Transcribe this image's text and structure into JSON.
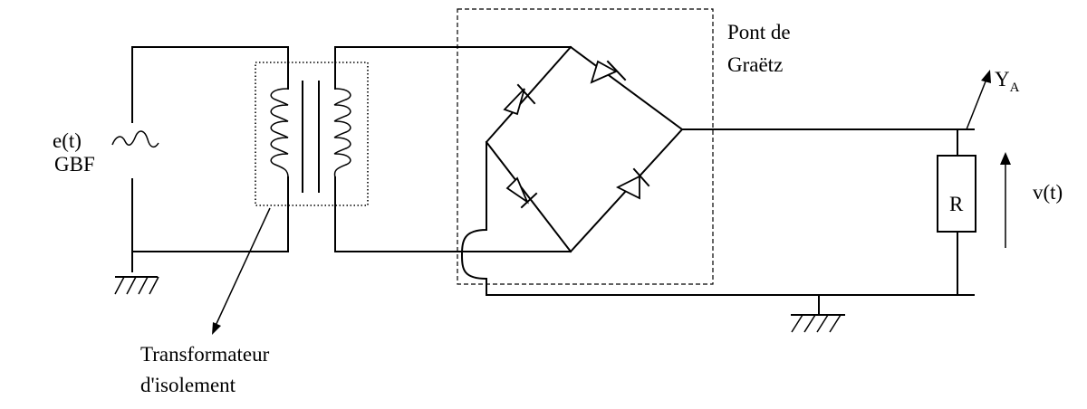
{
  "labels": {
    "source": "e(t)",
    "generator": "GBF",
    "bridge_line1": "Pont de",
    "bridge_line2": "Graëtz",
    "probe_main": "Y",
    "probe_sub": "A",
    "resistor": "R",
    "voltage": "v(t)",
    "transformer_line1": "Transformateur",
    "transformer_line2": "d'isolement"
  }
}
